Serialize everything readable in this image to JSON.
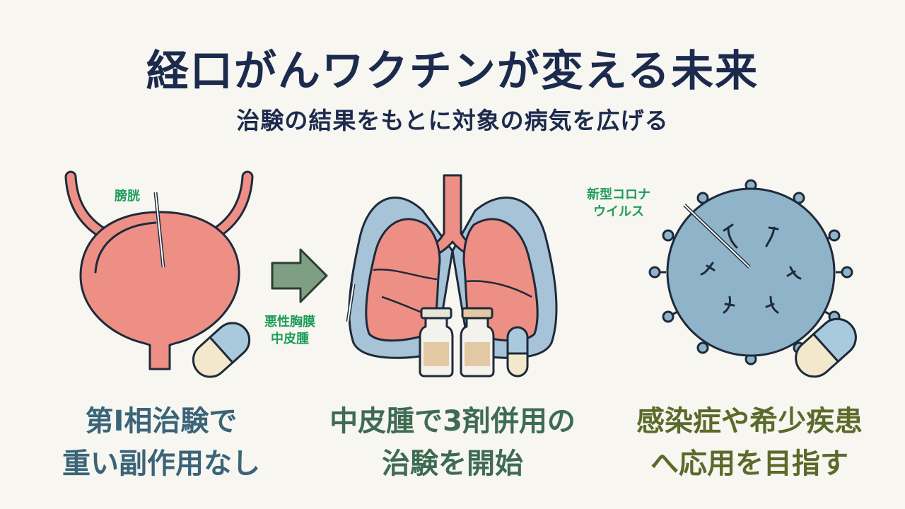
{
  "title": "経口がんワクチンが変える未来",
  "subtitle": "治験の結果をもとに対象の病気を広げる",
  "panels": [
    {
      "callout": "膀胱",
      "caption_line1": "第Ⅰ相治験で",
      "caption_line2": "重い副作用なし",
      "caption_color": "#3a6478"
    },
    {
      "callout_line1": "悪性胸膜",
      "callout_line2": "中皮腫",
      "caption_line1": "中皮腫で3剤併用の",
      "caption_line2": "治験を開始",
      "caption_color": "#3e6b52"
    },
    {
      "callout_line1": "新型コロナ",
      "callout_line2": "ウイルス",
      "caption_line1": "感染症や希少疾患",
      "caption_line2": "へ応用を目指す",
      "caption_color": "#5b6a2a"
    }
  ],
  "colors": {
    "organ_fill": "#ee8f85",
    "organ_stroke": "#1e2a3a",
    "lung_outer": "#a6c3d8",
    "virus_fill": "#8fb4c9",
    "capsule_blue": "#a9c9dd",
    "capsule_cream": "#f3e8cc",
    "vial_label": "#e2c9a3",
    "arrow": "#7f9f82",
    "callout_text": "#1f9c5a"
  }
}
